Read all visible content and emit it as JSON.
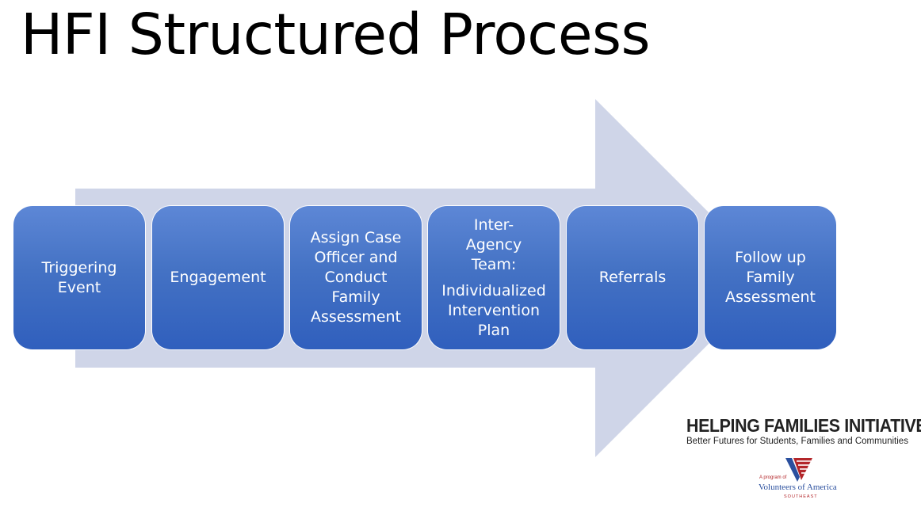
{
  "title": "HFI Structured Process",
  "colors": {
    "arrow": "#cfd5e8",
    "step_fill": "#4472c4",
    "step_text": "#ffffff",
    "voa_red": "#b3262a",
    "voa_blue": "#2a4f9e"
  },
  "steps": [
    {
      "line1": "Triggering Event",
      "line2": ""
    },
    {
      "line1": "Engagement",
      "line2": ""
    },
    {
      "line1": "Assign Case Officer and Conduct Family Assessment",
      "line2": ""
    },
    {
      "line1": "Inter-Agency Team:",
      "line2": "Individualized Intervention Plan"
    },
    {
      "line1": "Referrals",
      "line2": ""
    },
    {
      "line1": "Follow up Family Assessment",
      "line2": ""
    }
  ],
  "logo": {
    "title": "HELPING FAMILIES INITIATIVE",
    "subtitle": "Better Futures for Students, Families and Communities",
    "program_of": "A program of",
    "org_name": "Volunteers of America",
    "region": "SOUTHEAST",
    "mark_icon": "voa-flag-v-icon"
  }
}
